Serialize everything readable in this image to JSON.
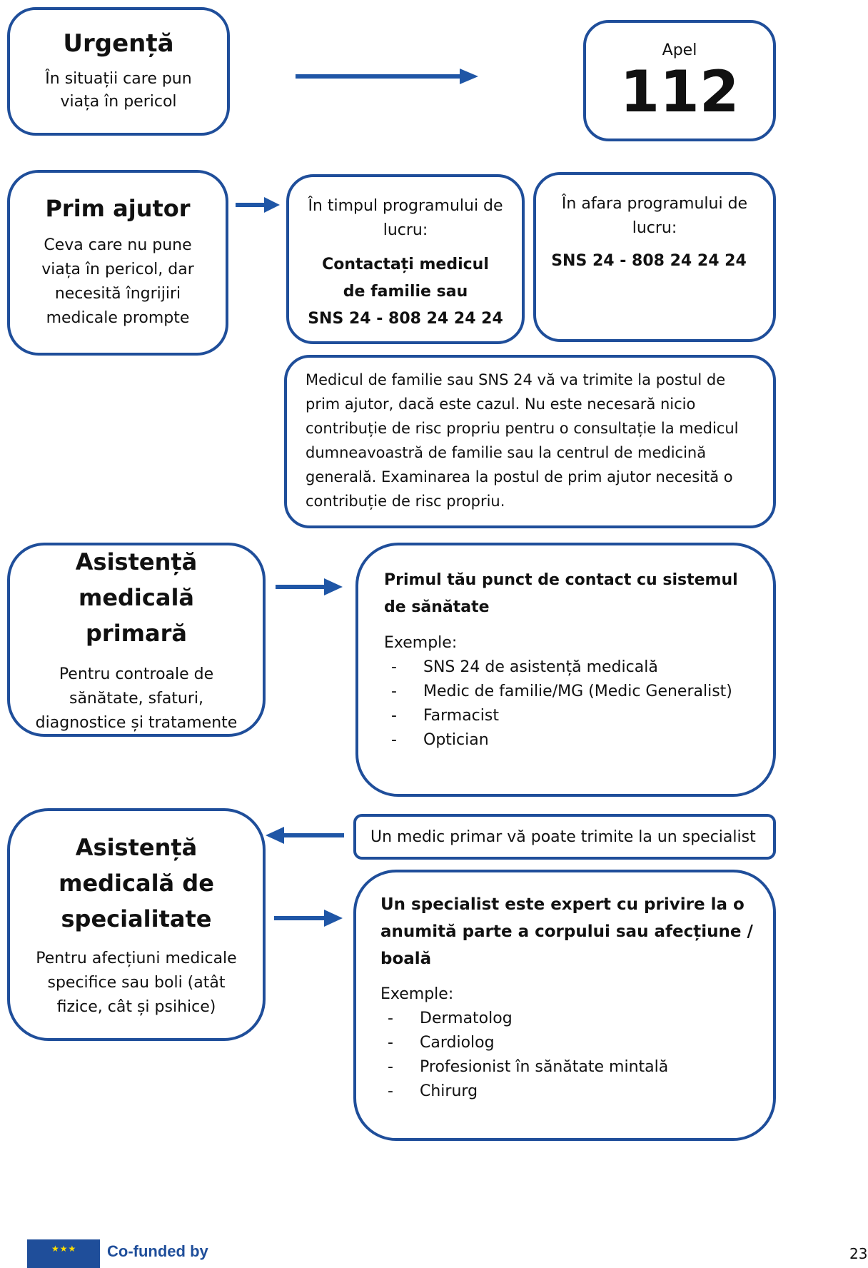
{
  "urgenta": {
    "title": "Urgență",
    "desc": "În situații care pun viața în pericol",
    "call_label": "Apel",
    "call_number": "112"
  },
  "prim_ajutor": {
    "title": "Prim ajutor",
    "desc": "Ceva care nu pune viața în pericol, dar necesită îngrijiri medicale prompte",
    "during_hours": {
      "label": "În timpul programului de lucru:",
      "line1": "Contactați medicul de familie sau",
      "line2": "SNS 24 - 808 24 24 24"
    },
    "after_hours": {
      "label": "În afara programului de lucru:",
      "line1": "SNS 24 - 808 24 24 24"
    },
    "note": "Medicul de familie sau SNS 24 vă va trimite la postul de prim ajutor, dacă este cazul. Nu este necesară nicio contribuție de risc propriu pentru o consultație la medicul dumneavoastră de familie sau la centrul de medicină generală.  Examinarea la postul de prim ajutor necesită o contribuție de risc propriu."
  },
  "primara": {
    "title": "Asistență medicală primară",
    "desc": "Pentru controale de sănătate, sfaturi, diagnostice și tratamente",
    "info_title": "Primul tău punct de contact cu sistemul de sănătate",
    "examples_label": "Exemple:",
    "examples": [
      "SNS 24  de asistență medicală",
      "Medic de familie/MG (Medic Generalist)",
      "Farmacist",
      "Optician"
    ]
  },
  "specialitate": {
    "title": "Asistență medicală de specialitate",
    "desc": "Pentru afecțiuni medicale specifice sau boli (atât fizice, cât și psihice)",
    "referral": "Un medic primar vă poate trimite la un specialist",
    "info_title": "Un specialist este expert cu privire la o anumită parte a corpului sau afecțiune / boală",
    "examples_label": "Exemple:",
    "examples": [
      "Dermatolog",
      "Cardiolog",
      "Profesionist în sănătate mintală",
      "Chirurg"
    ]
  },
  "footer": {
    "funded_by": "Co-funded by",
    "page_number": "23"
  },
  "colors": {
    "border": "#1f4e9a",
    "arrow": "#1f56a6",
    "eu_flag": "#1f4e9a"
  }
}
